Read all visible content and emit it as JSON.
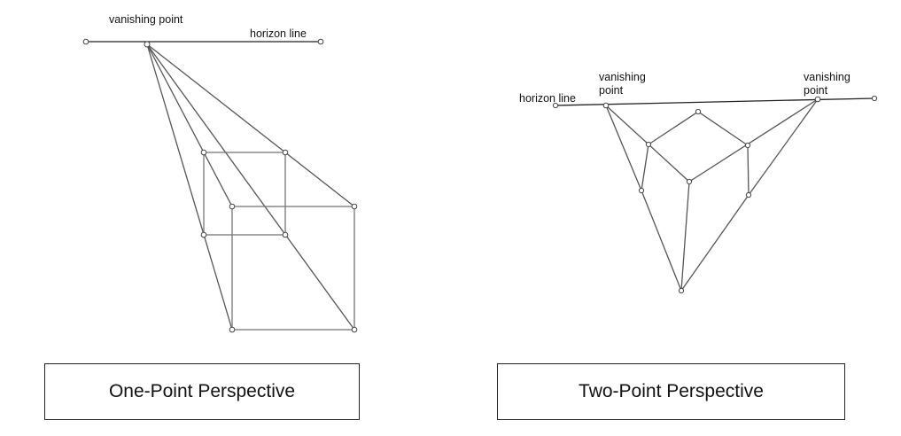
{
  "one_point": {
    "vanishing_point_label": "vanishing point",
    "horizon_label": "horizon line",
    "caption": "One-Point Perspective"
  },
  "two_point": {
    "horizon_label": "horizon line",
    "vp_left_line1": "vanishing",
    "vp_left_line2": "point",
    "vp_right_line1": "vanishing",
    "vp_right_line2": "point",
    "caption": "Two-Point Perspective"
  },
  "colors": {
    "line": "#555555",
    "text": "#111111"
  }
}
